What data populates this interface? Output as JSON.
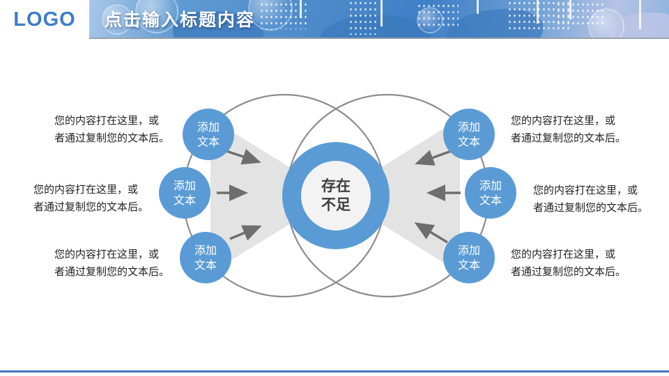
{
  "header": {
    "logo": "LOGO",
    "title": "点击输入标题内容"
  },
  "diagram": {
    "center": {
      "line1": "存在",
      "line2": "不足"
    },
    "nodes": [
      {
        "line1": "添加",
        "line2": "文本"
      },
      {
        "line1": "添加",
        "line2": "文本"
      },
      {
        "line1": "添加",
        "line2": "文本"
      },
      {
        "line1": "添加",
        "line2": "文本"
      },
      {
        "line1": "添加",
        "line2": "文本"
      },
      {
        "line1": "添加",
        "line2": "文本"
      }
    ],
    "captions": [
      {
        "line1": "您的内容打在这里，或",
        "line2": "者通过复制您的文本后。"
      },
      {
        "line1": "您的内容打在这里，或",
        "line2": "者通过复制您的文本后。"
      },
      {
        "line1": "您的内容打在这里，或",
        "line2": "者通过复制您的文本后。"
      },
      {
        "line1": "您的内容打在这里，或",
        "line2": "者通过复制您的文本后。"
      },
      {
        "line1": "您的内容打在这里，或",
        "line2": "者通过复制您的文本后。"
      },
      {
        "line1": "您的内容打在这里，或",
        "line2": "者通过复制您的文本后。"
      }
    ],
    "colors": {
      "node_blue": "#5b9bd5",
      "funnel_gray": "#e3e3e3",
      "outline_gray": "#8c8c8c",
      "arrow_gray": "#6e6e6e",
      "accent_blue": "#4472c4",
      "logo_blue": "#3d7cc9"
    }
  }
}
